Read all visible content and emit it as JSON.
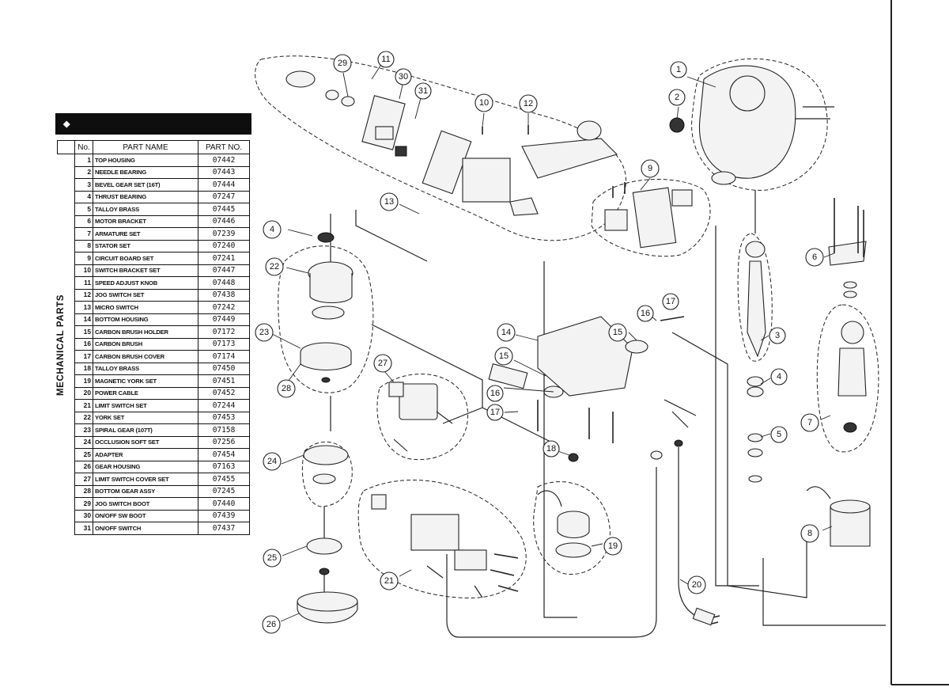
{
  "table": {
    "header_title": "",
    "section_label": "MECHANICAL PARTS",
    "columns": [
      "No.",
      "PART NAME",
      "PART NO."
    ],
    "rows": [
      {
        "no": "1",
        "name": "TOP HOUSING",
        "part_no": "07442"
      },
      {
        "no": "2",
        "name": "NEEDLE BEARING",
        "part_no": "07443"
      },
      {
        "no": "3",
        "name": "BEVEL GEAR SET (16T)",
        "part_no": "07444"
      },
      {
        "no": "4",
        "name": "THRUST BEARING",
        "part_no": "07247"
      },
      {
        "no": "5",
        "name": "TALLOY BRASS",
        "part_no": "07445"
      },
      {
        "no": "6",
        "name": "MOTOR BRACKET",
        "part_no": "07446"
      },
      {
        "no": "7",
        "name": "ARMATURE SET",
        "part_no": "07239"
      },
      {
        "no": "8",
        "name": "STATOR SET",
        "part_no": "07240"
      },
      {
        "no": "9",
        "name": "CIRCUIT BOARD SET",
        "part_no": "07241"
      },
      {
        "no": "10",
        "name": "SWITCH BRACKET SET",
        "part_no": "07447"
      },
      {
        "no": "11",
        "name": "SPEED ADJUST KNOB",
        "part_no": "07448"
      },
      {
        "no": "12",
        "name": "JOG SWITCH SET",
        "part_no": "07438"
      },
      {
        "no": "13",
        "name": "MICRO SWITCH",
        "part_no": "07242"
      },
      {
        "no": "14",
        "name": "BOTTOM HOUSING",
        "part_no": "07449"
      },
      {
        "no": "15",
        "name": "CARBON BRUSH HOLDER",
        "part_no": "07172"
      },
      {
        "no": "16",
        "name": "CARBON BRUSH",
        "part_no": "07173"
      },
      {
        "no": "17",
        "name": "CARBON BRUSH COVER",
        "part_no": "07174"
      },
      {
        "no": "18",
        "name": "TALLOY BRASS",
        "part_no": "07450"
      },
      {
        "no": "19",
        "name": "MAGNETIC YORK SET",
        "part_no": "07451"
      },
      {
        "no": "20",
        "name": "POWER CABLE",
        "part_no": "07452"
      },
      {
        "no": "21",
        "name": "LIMIT SWITCH SET",
        "part_no": "07244"
      },
      {
        "no": "22",
        "name": "YORK SET",
        "part_no": "07453"
      },
      {
        "no": "23",
        "name": "SPIRAL GEAR (107T)",
        "part_no": "07158"
      },
      {
        "no": "24",
        "name": "OCCLUSION SOFT SET",
        "part_no": "07256"
      },
      {
        "no": "25",
        "name": "ADAPTER",
        "part_no": "07454"
      },
      {
        "no": "26",
        "name": "GEAR HOUSING",
        "part_no": "07163"
      },
      {
        "no": "27",
        "name": "LIMIT SWITCH COVER SET",
        "part_no": "07455"
      },
      {
        "no": "28",
        "name": "BOTTOM GEAR ASSY",
        "part_no": "07245"
      },
      {
        "no": "29",
        "name": "JOG SWITCH BOOT",
        "part_no": "07440"
      },
      {
        "no": "30",
        "name": "ON/OFF SW BOOT",
        "part_no": "07439"
      },
      {
        "no": "31",
        "name": "ON/OFF SWITCH",
        "part_no": "07437"
      }
    ]
  },
  "diagram": {
    "callouts": [
      "1",
      "2",
      "3",
      "4",
      "4",
      "4",
      "5",
      "6",
      "7",
      "8",
      "9",
      "10",
      "11",
      "12",
      "13",
      "14",
      "15",
      "15",
      "16",
      "16",
      "17",
      "17",
      "18",
      "19",
      "20",
      "21",
      "22",
      "23",
      "24",
      "25",
      "26",
      "27",
      "28",
      "29",
      "30",
      "31"
    ]
  },
  "colors": {
    "ink": "#222222",
    "header_bg": "#0e0e0e",
    "paper": "#ffffff"
  }
}
